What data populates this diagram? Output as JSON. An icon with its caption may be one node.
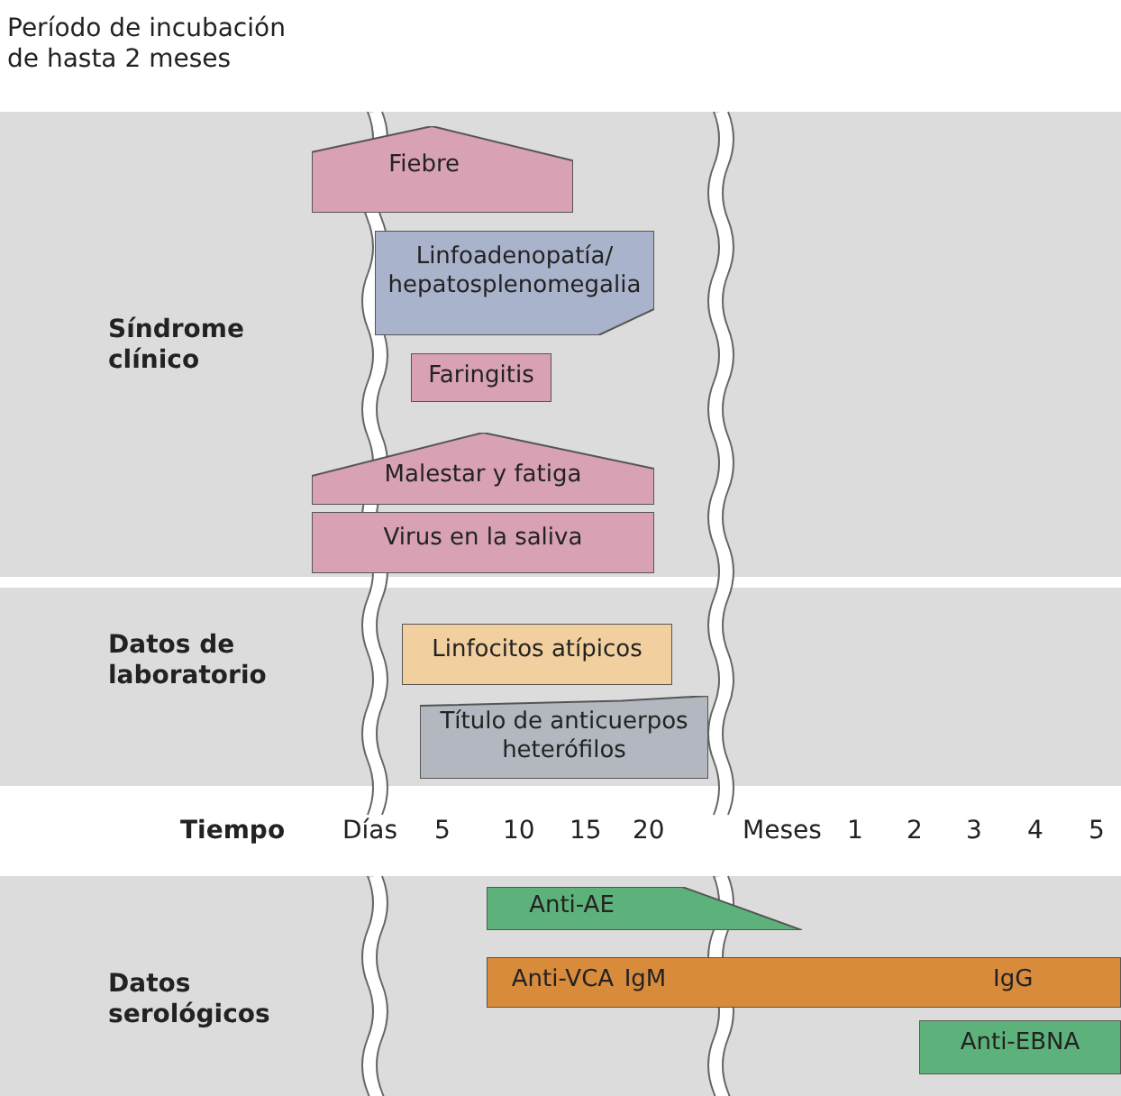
{
  "diagram": {
    "nodes": [
      {
        "text": [
          "Fiebre"
        ]
      },
      {
        "text": [
          "Linfoadenopatía/ hepatosplenomegalia"
        ]
      },
      {
        "text": [
          "Faringitis"
        ]
      },
      {
        "text": [
          "Malestar y fatiga"
        ]
      },
      {
        "text": [
          "Virus en la saliva"
        ]
      },
      {
        "text": [
          "Linfocitos atípicos"
        ]
      },
      {
        "text": [
          "Título de anticuerpos heterófilos"
        ]
      },
      {
        "text": [
          "Anti-AE"
        ]
      },
      {
        "text": [
          "Anti-VCA",
          "IgM",
          "IgG"
        ]
      },
      {
        "text": [
          "Anti-EBNA"
        ]
      }
    ],
    "edges": [],
    "labels": [
      "Período de incubación de hasta 2 meses",
      "Síndrome clínico",
      "Datos de laboratorio",
      "Tiempo",
      "Días",
      "5",
      "10",
      "15",
      "20",
      "Meses",
      "1",
      "2",
      "3",
      "4",
      "5",
      "Datos serológicos"
    ]
  }
}
